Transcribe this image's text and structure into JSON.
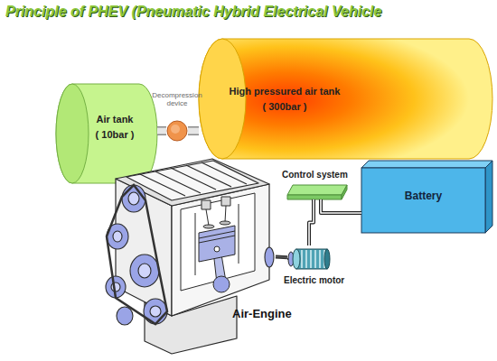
{
  "diagram": {
    "title": "Principle of PHEV (Pneumatic Hybrid Electrical Vehicle",
    "nodes": [
      {
        "text": [
          "High pressured air tank",
          "( 300bar )"
        ]
      },
      {
        "text": [
          "Decompression device"
        ]
      },
      {
        "text": [
          "Air tank",
          "( 10bar )"
        ]
      },
      {
        "text": [
          "Control system"
        ]
      },
      {
        "text": [
          "Battery"
        ]
      },
      {
        "text": [
          "Electric motor"
        ]
      },
      {
        "text": [
          "Air-Engine"
        ]
      }
    ],
    "edges": [
      {
        "from": 0,
        "to": 1,
        "arrow": "none"
      },
      {
        "from": 1,
        "to": 2,
        "arrow": "none"
      },
      {
        "from": 3,
        "to": 4,
        "arrow": "none"
      },
      {
        "from": 3,
        "to": 5,
        "arrow": "none"
      },
      {
        "from": 5,
        "to": 6,
        "arrow": "none"
      }
    ]
  }
}
